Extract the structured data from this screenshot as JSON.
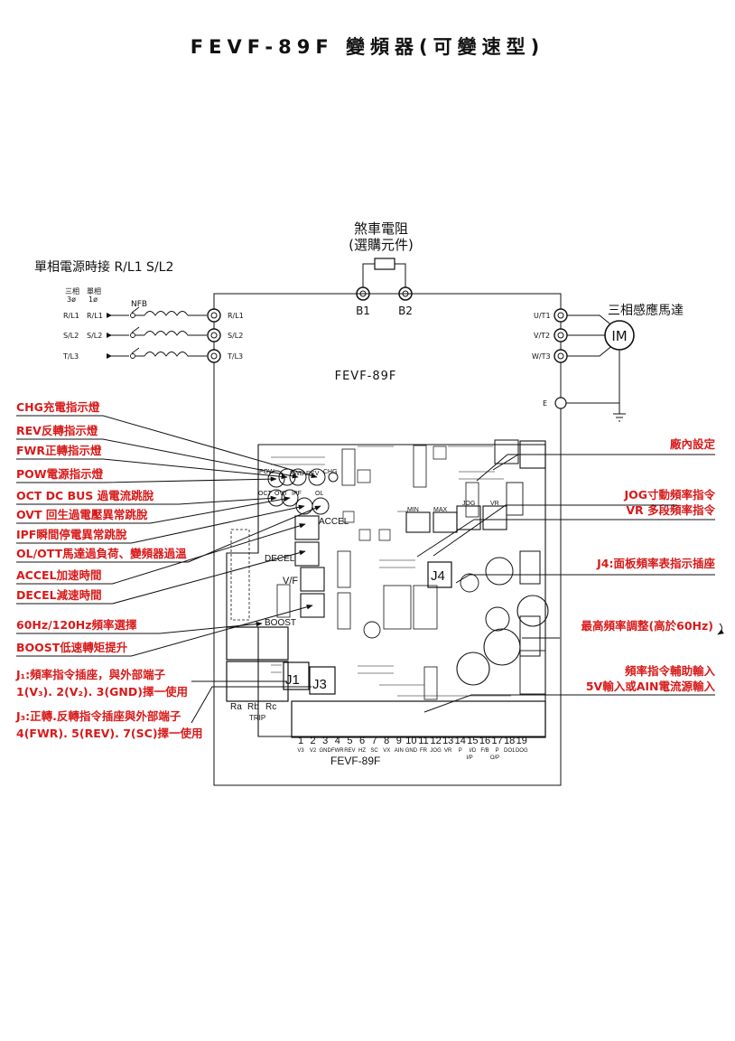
{
  "page_title": "FEVF-89F   變頻器(可變速型)",
  "brake_resistor": {
    "line1": "煞車電阻",
    "line2": "(選購元件)",
    "b1": "B1",
    "b2": "B2"
  },
  "single_phase_note": "單相電源時接 R/L1  S/L2",
  "supply": {
    "three_phase_hdr": "三相",
    "single_phase_hdr": "單相",
    "three_phase_sym": "3ø",
    "single_phase_sym": "1ø",
    "nfb": "NFB",
    "rows": [
      {
        "a": "R/L1",
        "b": "R/L1",
        "t": "R/L1"
      },
      {
        "a": "S/L2",
        "b": "S/L2",
        "t": "S/L2"
      },
      {
        "a": "T/L3",
        "b": "",
        "t": "T/L3"
      }
    ]
  },
  "motor": {
    "title": "三相感應馬達",
    "symbol": "IM",
    "terminals": [
      "U/T1",
      "V/T2",
      "W/T3"
    ],
    "ground": "E"
  },
  "unit_label": "FEVF-89F",
  "left_labels": [
    "CHG充電指示燈",
    "REV反轉指示燈",
    "FWR正轉指示燈",
    "POW電源指示燈",
    "OCT DC BUS 過電流跳脫",
    "OVT 回生過電壓異常跳脫",
    "IPF瞬間停電異常跳脫",
    "OL/OTT馬達過負荷、變頻器過溫",
    "ACCEL加速時間",
    "DECEL減速時間",
    "60Hz/120Hz頻率選擇",
    "BOOST低速轉矩提升"
  ],
  "j1_note": [
    "J₁:頻率指令插座，與外部端子",
    "1(V₃). 2(V₂). 3(GND)擇一使用"
  ],
  "j3_note": [
    "J₃:正轉.反轉指令插座與外部端子",
    "4(FWR). 5(REV). 7(SC)擇一使用"
  ],
  "right_labels": {
    "factory": "廠內設定",
    "jog_1": "JOG寸動頻率指令",
    "jog_2": "VR  多段頻率指令",
    "j4": "J4:面板頻率表指示插座",
    "max_freq": "最高頻率調整(高於60Hz)",
    "aux_1": "頻率指令輔助輸入",
    "aux_2": "5V輸入或AIN電流源輸入"
  },
  "pcb": {
    "leds": [
      "POW",
      "FWD",
      "REV",
      "CHG"
    ],
    "trips": [
      "OCT",
      "OVT",
      "IPF",
      "OL"
    ],
    "pots": [
      "ACCEL",
      "DECEL",
      "V/F",
      "BOOST"
    ],
    "jumpers": [
      "J1",
      "J3",
      "J4"
    ],
    "jog": "JOG",
    "vr": "VR",
    "min": "MIN",
    "max": "MAX",
    "relay": [
      "Ra",
      "Rb",
      "Rc"
    ],
    "trip": "TRIP",
    "terminal_numbers": [
      "1",
      "2",
      "3",
      "4",
      "5",
      "6",
      "7",
      "8",
      "9",
      "10",
      "11",
      "12",
      "13",
      "14",
      "15",
      "16",
      "17",
      "18",
      "19"
    ],
    "terminal_names": [
      "V3",
      "V2",
      "GND",
      "FWR",
      "REV",
      "HZ",
      "SC",
      "VX",
      "AIN",
      "GND",
      "FR",
      "JOG",
      "VR",
      "P",
      "I/D",
      "F/B",
      "P",
      "DO1",
      "DOG"
    ],
    "terminal_sub": [
      "I/P",
      "O/P"
    ],
    "board_label": "FEVF-89F"
  },
  "colors": {
    "label_red": "#d81a1a",
    "ink": "#111111"
  }
}
